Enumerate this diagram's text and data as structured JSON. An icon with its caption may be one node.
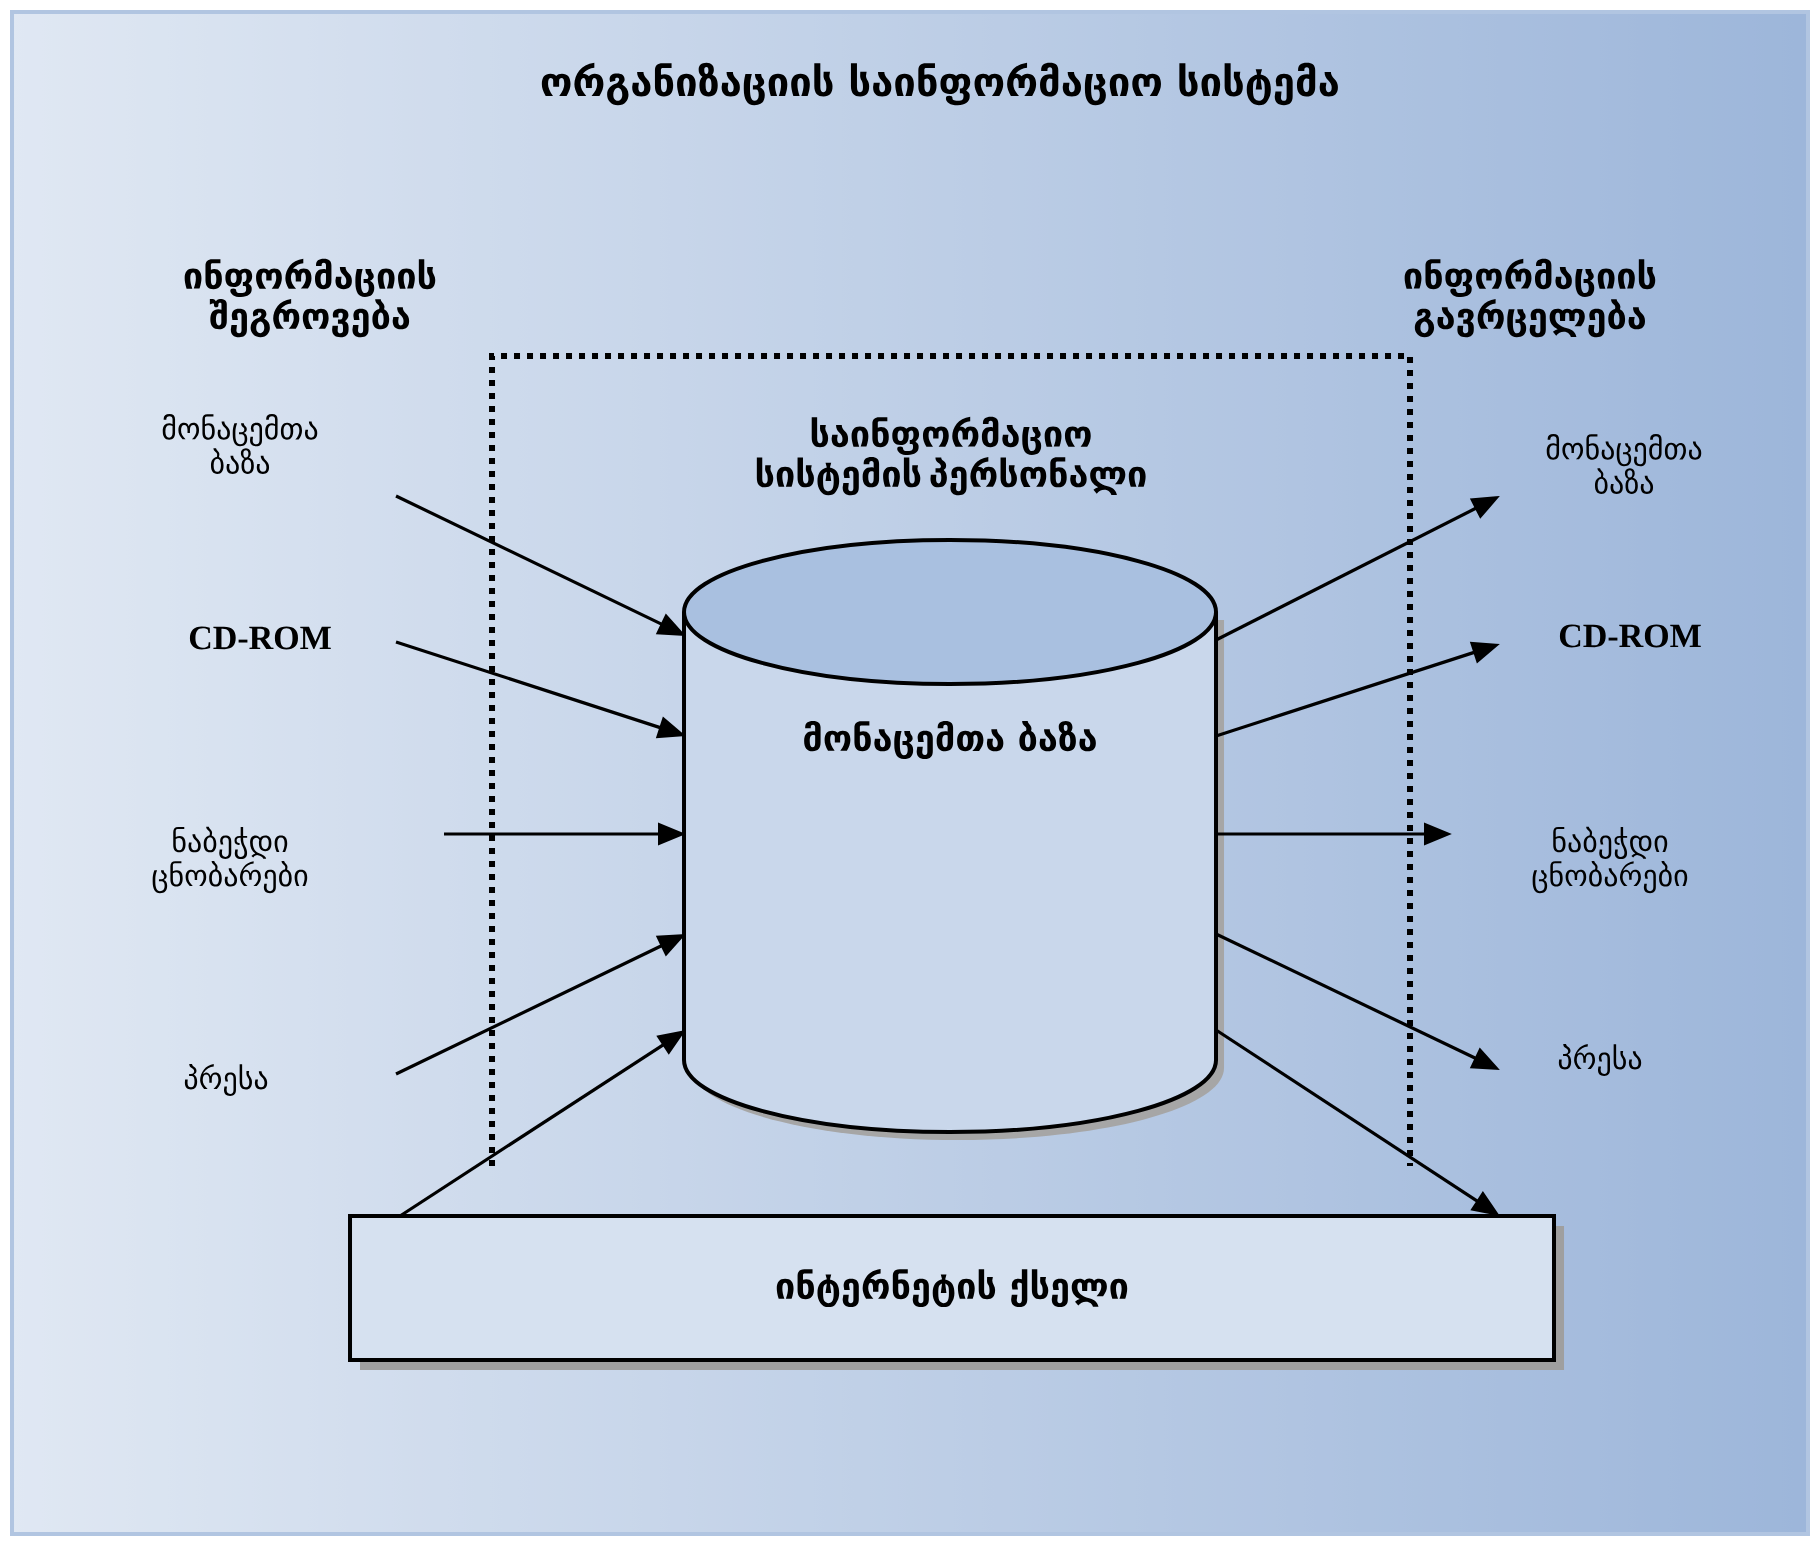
{
  "diagram": {
    "title": "ორგანიზაციის საინფორმაციო სისტემა",
    "nodes": [
      {
        "text": [
          "საინფორმაციო სისტემის პერსონალი"
        ]
      },
      {
        "text": [
          "მონაცემთა ბაზა"
        ],
        "in": 0
      },
      {
        "text": [
          "მონაცემთა ბაზა"
        ]
      },
      {
        "text": [
          "CD-ROM"
        ]
      },
      {
        "text": [
          "ნაბეჭდი ცნობარები"
        ]
      },
      {
        "text": [
          "პრესა"
        ]
      },
      {
        "text": [
          "მონაცემთა ბაზა"
        ]
      },
      {
        "text": [
          "CD-ROM"
        ]
      },
      {
        "text": [
          "ნაბეჭდი ცნობარები"
        ]
      },
      {
        "text": [
          "პრესა"
        ]
      },
      {
        "text": [
          "ინტერნეტის ქსელი"
        ]
      }
    ],
    "edges": [
      {
        "from": 2,
        "to": 1,
        "arrow": "to"
      },
      {
        "from": 3,
        "to": 1,
        "arrow": "to"
      },
      {
        "from": 4,
        "to": 1,
        "arrow": "to"
      },
      {
        "from": 5,
        "to": 1,
        "arrow": "to"
      },
      {
        "from": 10,
        "to": 1,
        "arrow": "to"
      },
      {
        "from": 1,
        "to": 6,
        "arrow": "to"
      },
      {
        "from": 1,
        "to": 7,
        "arrow": "to"
      },
      {
        "from": 1,
        "to": 8,
        "arrow": "to"
      },
      {
        "from": 1,
        "to": 9,
        "arrow": "to"
      },
      {
        "from": 1,
        "to": 10,
        "arrow": "to"
      }
    ],
    "labels": [
      "ინფორმაციის შეგროვება",
      "ინფორმაციის გავრცელება"
    ]
  }
}
